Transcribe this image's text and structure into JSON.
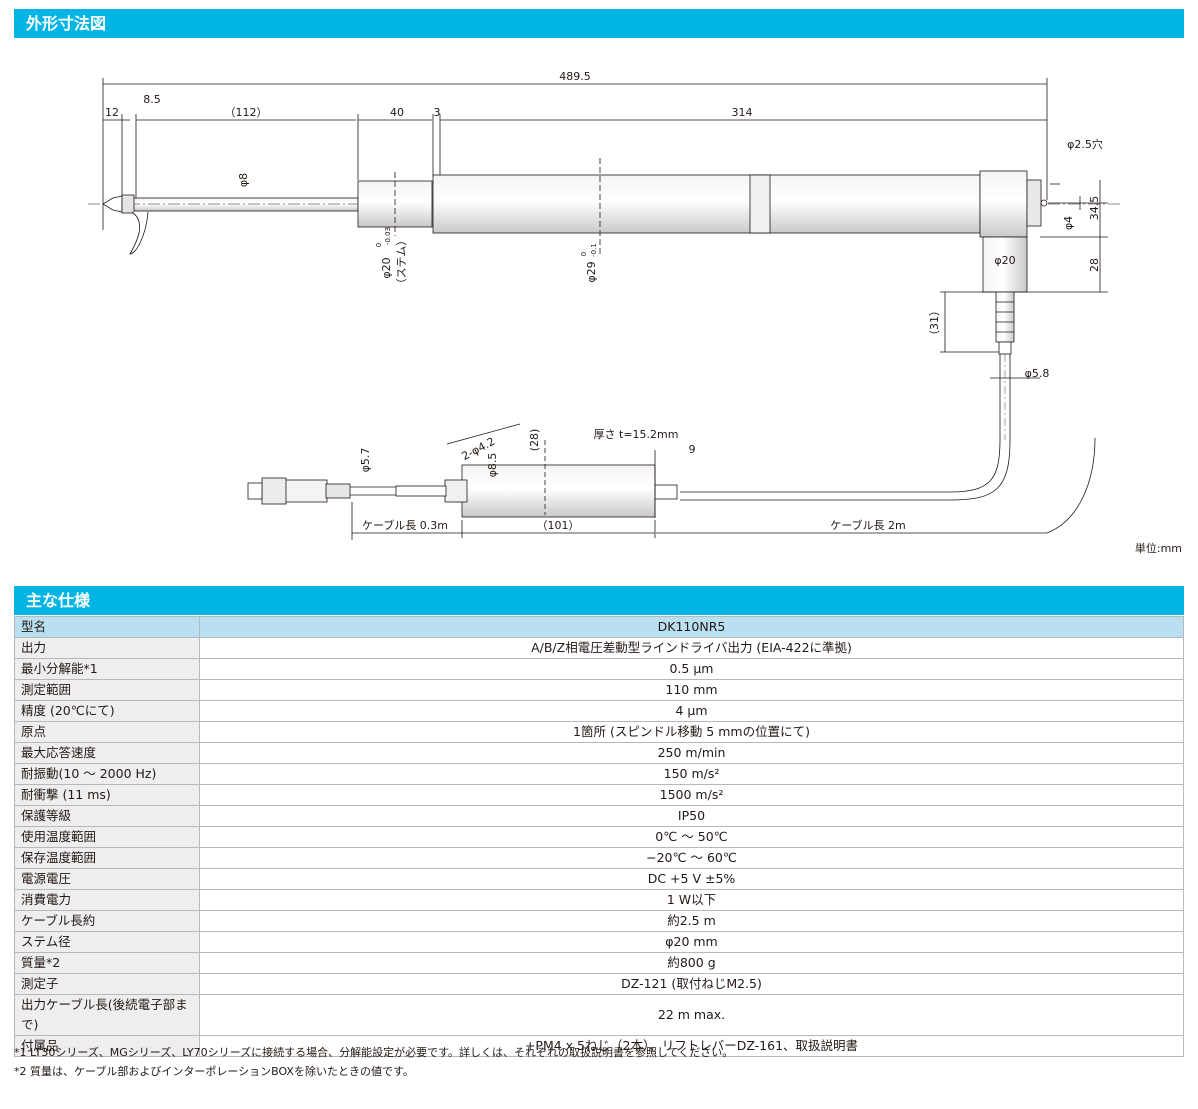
{
  "section1": {
    "title": "外形寸法図"
  },
  "drawing": {
    "dims": {
      "total": "489.5",
      "d12": "12",
      "d8_5": "8.5",
      "d112": "（112）",
      "d40": "40",
      "d3": "3",
      "d314": "314",
      "phi8": "φ8",
      "phi2_5hole": "φ2.5穴",
      "phi4": "φ4",
      "d34_5": "34.5",
      "phi20": "φ20",
      "d28": "28",
      "d31": "（31）",
      "phi5_8": "φ5.8",
      "phi20stem": "φ20",
      "stem_tol_upper": "0",
      "stem_tol_lower": "-0.03",
      "stem_label": "（ステム）",
      "phi29": "φ29",
      "body_tol_upper": "0",
      "body_tol_lower": "-0.1",
      "thickness": "厚さ t=15.2mm",
      "d9": "9",
      "d28box": "(28)",
      "holes": "2-φ4.2",
      "phi8_5": "φ8.5",
      "phi5_7": "φ5.7",
      "cable03": "ケーブル長 0.3m",
      "d101": "（101）",
      "cable2": "ケーブル長 2m"
    },
    "unit": "単位:mm"
  },
  "section2": {
    "title": "主な仕様"
  },
  "spec_rows": [
    {
      "key": "型名",
      "value": "DK110NR5"
    },
    {
      "key": "出力",
      "value": "A/B/Z相電圧差動型ラインドライバ出力 (EIA-422に準拠)"
    },
    {
      "key": "最小分解能*1",
      "value": "0.5 μm"
    },
    {
      "key": "測定範囲",
      "value": "110 mm"
    },
    {
      "key": "精度 (20℃にて)",
      "value": "4 μm"
    },
    {
      "key": "原点",
      "value": "1箇所 (スピンドル移動 5 mmの位置にて)"
    },
    {
      "key": "最大応答速度",
      "value": "250 m/min"
    },
    {
      "key": "耐振動(10 ～ 2000 Hz)",
      "value": "150 m/s²"
    },
    {
      "key": "耐衝撃 (11 ms)",
      "value": "1500 m/s²"
    },
    {
      "key": "保護等級",
      "value": "IP50"
    },
    {
      "key": "使用温度範囲",
      "value": "0℃ ～ 50℃"
    },
    {
      "key": "保存温度範囲",
      "value": "−20℃ ～ 60℃"
    },
    {
      "key": "電源電圧",
      "value": "DC +5 V ±5%"
    },
    {
      "key": "消費電力",
      "value": "1 W以下"
    },
    {
      "key": "ケーブル長約",
      "value": "約2.5 m"
    },
    {
      "key": "ステム径",
      "value": "φ20 mm"
    },
    {
      "key": "質量*2",
      "value": "約800 g"
    },
    {
      "key": "測定子",
      "value": "DZ-121 (取付ねじM2.5)"
    },
    {
      "key": "出力ケーブル長(後続電子部まで)",
      "value": "22 m max."
    },
    {
      "key": "付属品",
      "value": "+PM4 x 5ねじ（2本）、リフトレバーDZ-161、取扱説明書"
    }
  ],
  "notes": [
    "*1 LT30シリーズ、MGシリーズ、LY70シリーズに接続する場合、分解能設定が必要です。詳しくは、それぞれの取扱説明書を参照してください。",
    "*2 質量は、ケーブル部およびインターポレーションBOXを除いたときの値です。"
  ]
}
